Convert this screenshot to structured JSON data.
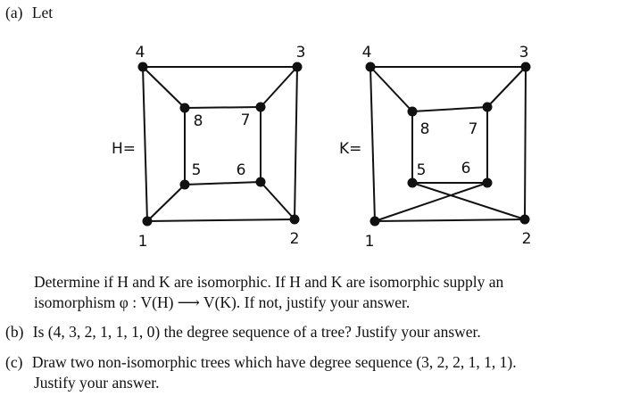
{
  "part_a": {
    "label": "(a)",
    "intro": "Let",
    "text_line1": "Determine if H and K are isomorphic. If H and K are isomorphic supply an",
    "text_line2": "isomorphism φ : V(H) ⟶ V(K). If not, justify your answer."
  },
  "graph_H": {
    "name_label": "H=",
    "vertices": [
      {
        "id": "1",
        "label": "1"
      },
      {
        "id": "2",
        "label": "2"
      },
      {
        "id": "3",
        "label": "3"
      },
      {
        "id": "4",
        "label": "4"
      },
      {
        "id": "5",
        "label": "5"
      },
      {
        "id": "6",
        "label": "6"
      },
      {
        "id": "7",
        "label": "7"
      },
      {
        "id": "8",
        "label": "8"
      }
    ],
    "edges": [
      [
        "1",
        "2"
      ],
      [
        "2",
        "3"
      ],
      [
        "3",
        "4"
      ],
      [
        "4",
        "1"
      ],
      [
        "5",
        "6"
      ],
      [
        "6",
        "7"
      ],
      [
        "7",
        "8"
      ],
      [
        "8",
        "5"
      ],
      [
        "1",
        "5"
      ],
      [
        "2",
        "6"
      ],
      [
        "3",
        "7"
      ],
      [
        "4",
        "8"
      ]
    ]
  },
  "graph_K": {
    "name_label": "K=",
    "vertices": [
      {
        "id": "1",
        "label": "1"
      },
      {
        "id": "2",
        "label": "2"
      },
      {
        "id": "3",
        "label": "3"
      },
      {
        "id": "4",
        "label": "4"
      },
      {
        "id": "5",
        "label": "5"
      },
      {
        "id": "6",
        "label": "6"
      },
      {
        "id": "7",
        "label": "7"
      },
      {
        "id": "8",
        "label": "8"
      }
    ],
    "edges": [
      [
        "1",
        "2"
      ],
      [
        "2",
        "3"
      ],
      [
        "3",
        "4"
      ],
      [
        "4",
        "1"
      ],
      [
        "5",
        "6"
      ],
      [
        "6",
        "7"
      ],
      [
        "7",
        "8"
      ],
      [
        "8",
        "5"
      ],
      [
        "1",
        "6"
      ],
      [
        "2",
        "5"
      ],
      [
        "3",
        "7"
      ],
      [
        "4",
        "8"
      ]
    ]
  },
  "part_b": {
    "label": "(b)",
    "text": "Is (4, 3, 2, 1, 1, 1, 0) the degree sequence of a tree? Justify your answer."
  },
  "part_c": {
    "label": "(c)",
    "text_line1": "Draw two non-isomorphic trees which have degree sequence (3, 2, 2, 1, 1, 1).",
    "text_line2": "Justify your answer."
  }
}
